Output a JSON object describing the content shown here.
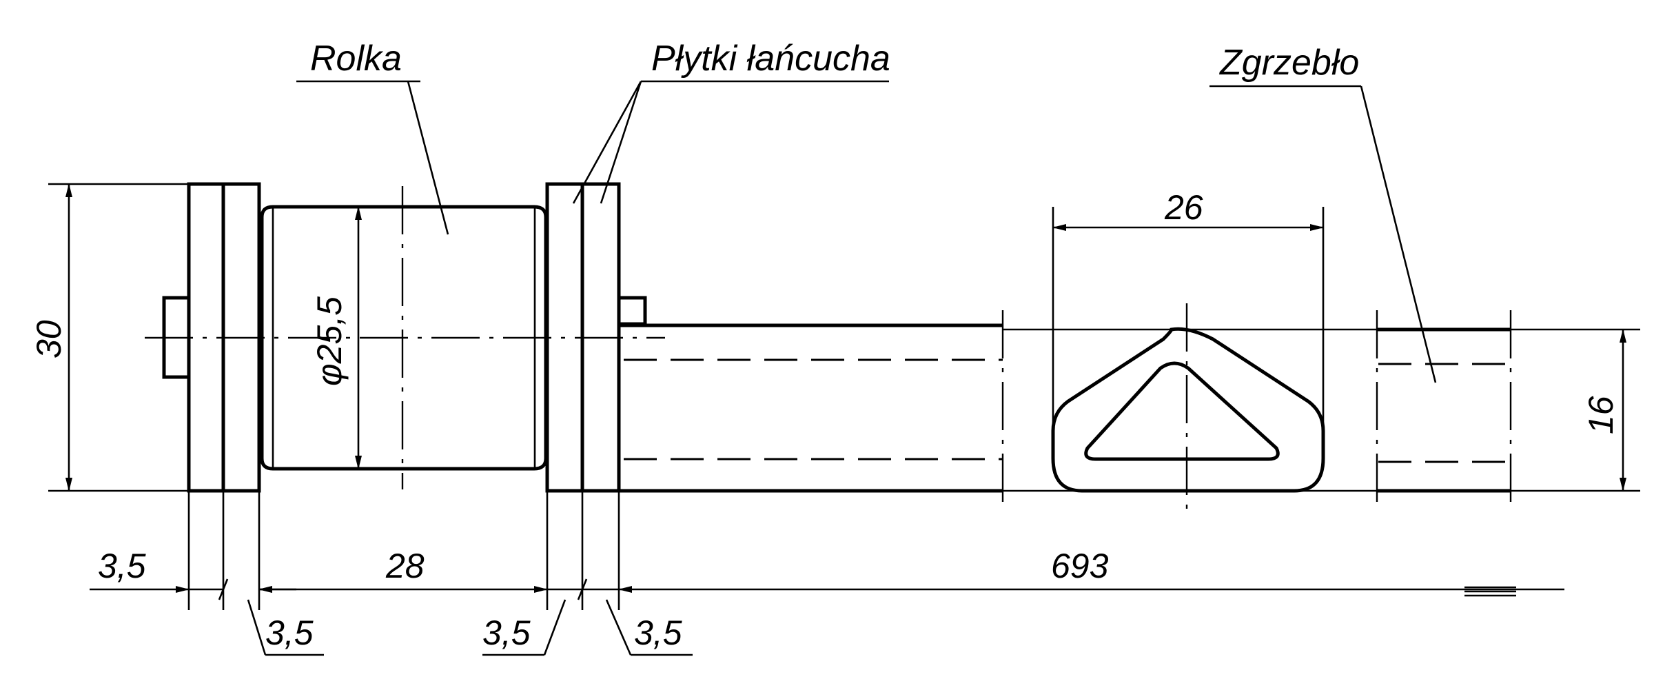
{
  "labels": {
    "roller": "Rolka",
    "chain_plates": "Płytki łańcucha",
    "scraper": "Zgrzebło"
  },
  "dimensions": {
    "height_total": "30",
    "roller_diameter": "φ25,5",
    "profile_width": "26",
    "profile_height": "16",
    "plate_left_outer": "3,5",
    "plate_left_inner": "3,5",
    "roller_length": "28",
    "plate_right_inner": "3,5",
    "plate_right_outer": "3,5",
    "scraper_length": "693"
  },
  "colors": {
    "ink": "#000000",
    "paper": "#ffffff"
  }
}
